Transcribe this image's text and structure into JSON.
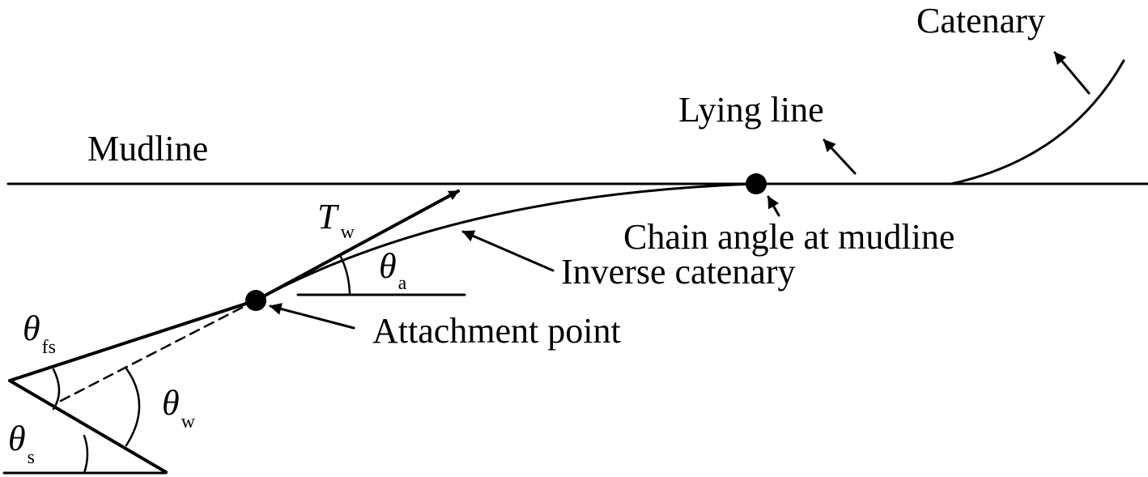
{
  "labels": {
    "catenary": "Catenary",
    "lying_line": "Lying line",
    "mudline": "Mudline",
    "chain_angle_at_mudline": "Chain angle at mudline",
    "inverse_catenary": "Inverse catenary",
    "attachment_point": "Attachment point"
  },
  "symbols": {
    "tension": {
      "main": "T",
      "sub": "w"
    },
    "theta_a": {
      "main": "θ",
      "sub": "a"
    },
    "theta_fs": {
      "main": "θ",
      "sub": "fs"
    },
    "theta_w": {
      "main": "θ",
      "sub": "w"
    },
    "theta_s": {
      "main": "θ",
      "sub": "s"
    }
  },
  "colors": {
    "stroke": "#000000",
    "background": "#ffffff"
  }
}
